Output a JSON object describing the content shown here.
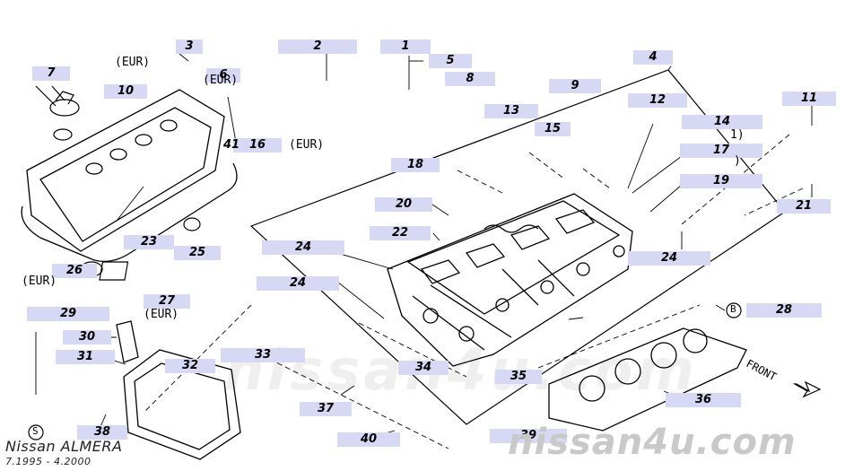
{
  "title": {
    "model": "Nissan ALMERA",
    "period": "7.1995 - 4.2000"
  },
  "watermark": {
    "main": "nissan4u.com",
    "background": "nissan4u.com"
  },
  "front_label": "FRONT",
  "part_labels": [
    {
      "number": "1"
    },
    {
      "number": "2"
    },
    {
      "number": "3"
    },
    {
      "number": "4"
    },
    {
      "number": "5"
    },
    {
      "number": "6"
    },
    {
      "number": "7"
    },
    {
      "number": "8"
    },
    {
      "number": "9"
    },
    {
      "number": "10"
    },
    {
      "number": "11"
    },
    {
      "number": "12"
    },
    {
      "number": "13"
    },
    {
      "number": "14"
    },
    {
      "number": "15"
    },
    {
      "number": "16"
    },
    {
      "number": "17"
    },
    {
      "number": "18"
    },
    {
      "number": "19"
    },
    {
      "number": "20"
    },
    {
      "number": "21"
    },
    {
      "number": "22"
    },
    {
      "number": "23"
    },
    {
      "number": "24"
    },
    {
      "number": "24"
    },
    {
      "number": "24"
    },
    {
      "number": "25"
    },
    {
      "number": "26"
    },
    {
      "number": "27"
    },
    {
      "number": "28"
    },
    {
      "number": "29"
    },
    {
      "number": "30"
    },
    {
      "number": "31"
    },
    {
      "number": "32"
    },
    {
      "number": "33"
    },
    {
      "number": "34"
    },
    {
      "number": "35"
    },
    {
      "number": "36"
    },
    {
      "number": "37"
    },
    {
      "number": "38"
    },
    {
      "number": "39"
    },
    {
      "number": "40"
    },
    {
      "number": "41"
    }
  ],
  "notes": {
    "eur_3": "(EUR)",
    "eur_6": "(EUR)",
    "eur_16": "(EUR)",
    "eur_26": "(EUR)",
    "eur_27": "(EUR)",
    "note_1": "1)",
    "note_paren": ")"
  },
  "markers": {
    "b": "B",
    "s": "S"
  }
}
